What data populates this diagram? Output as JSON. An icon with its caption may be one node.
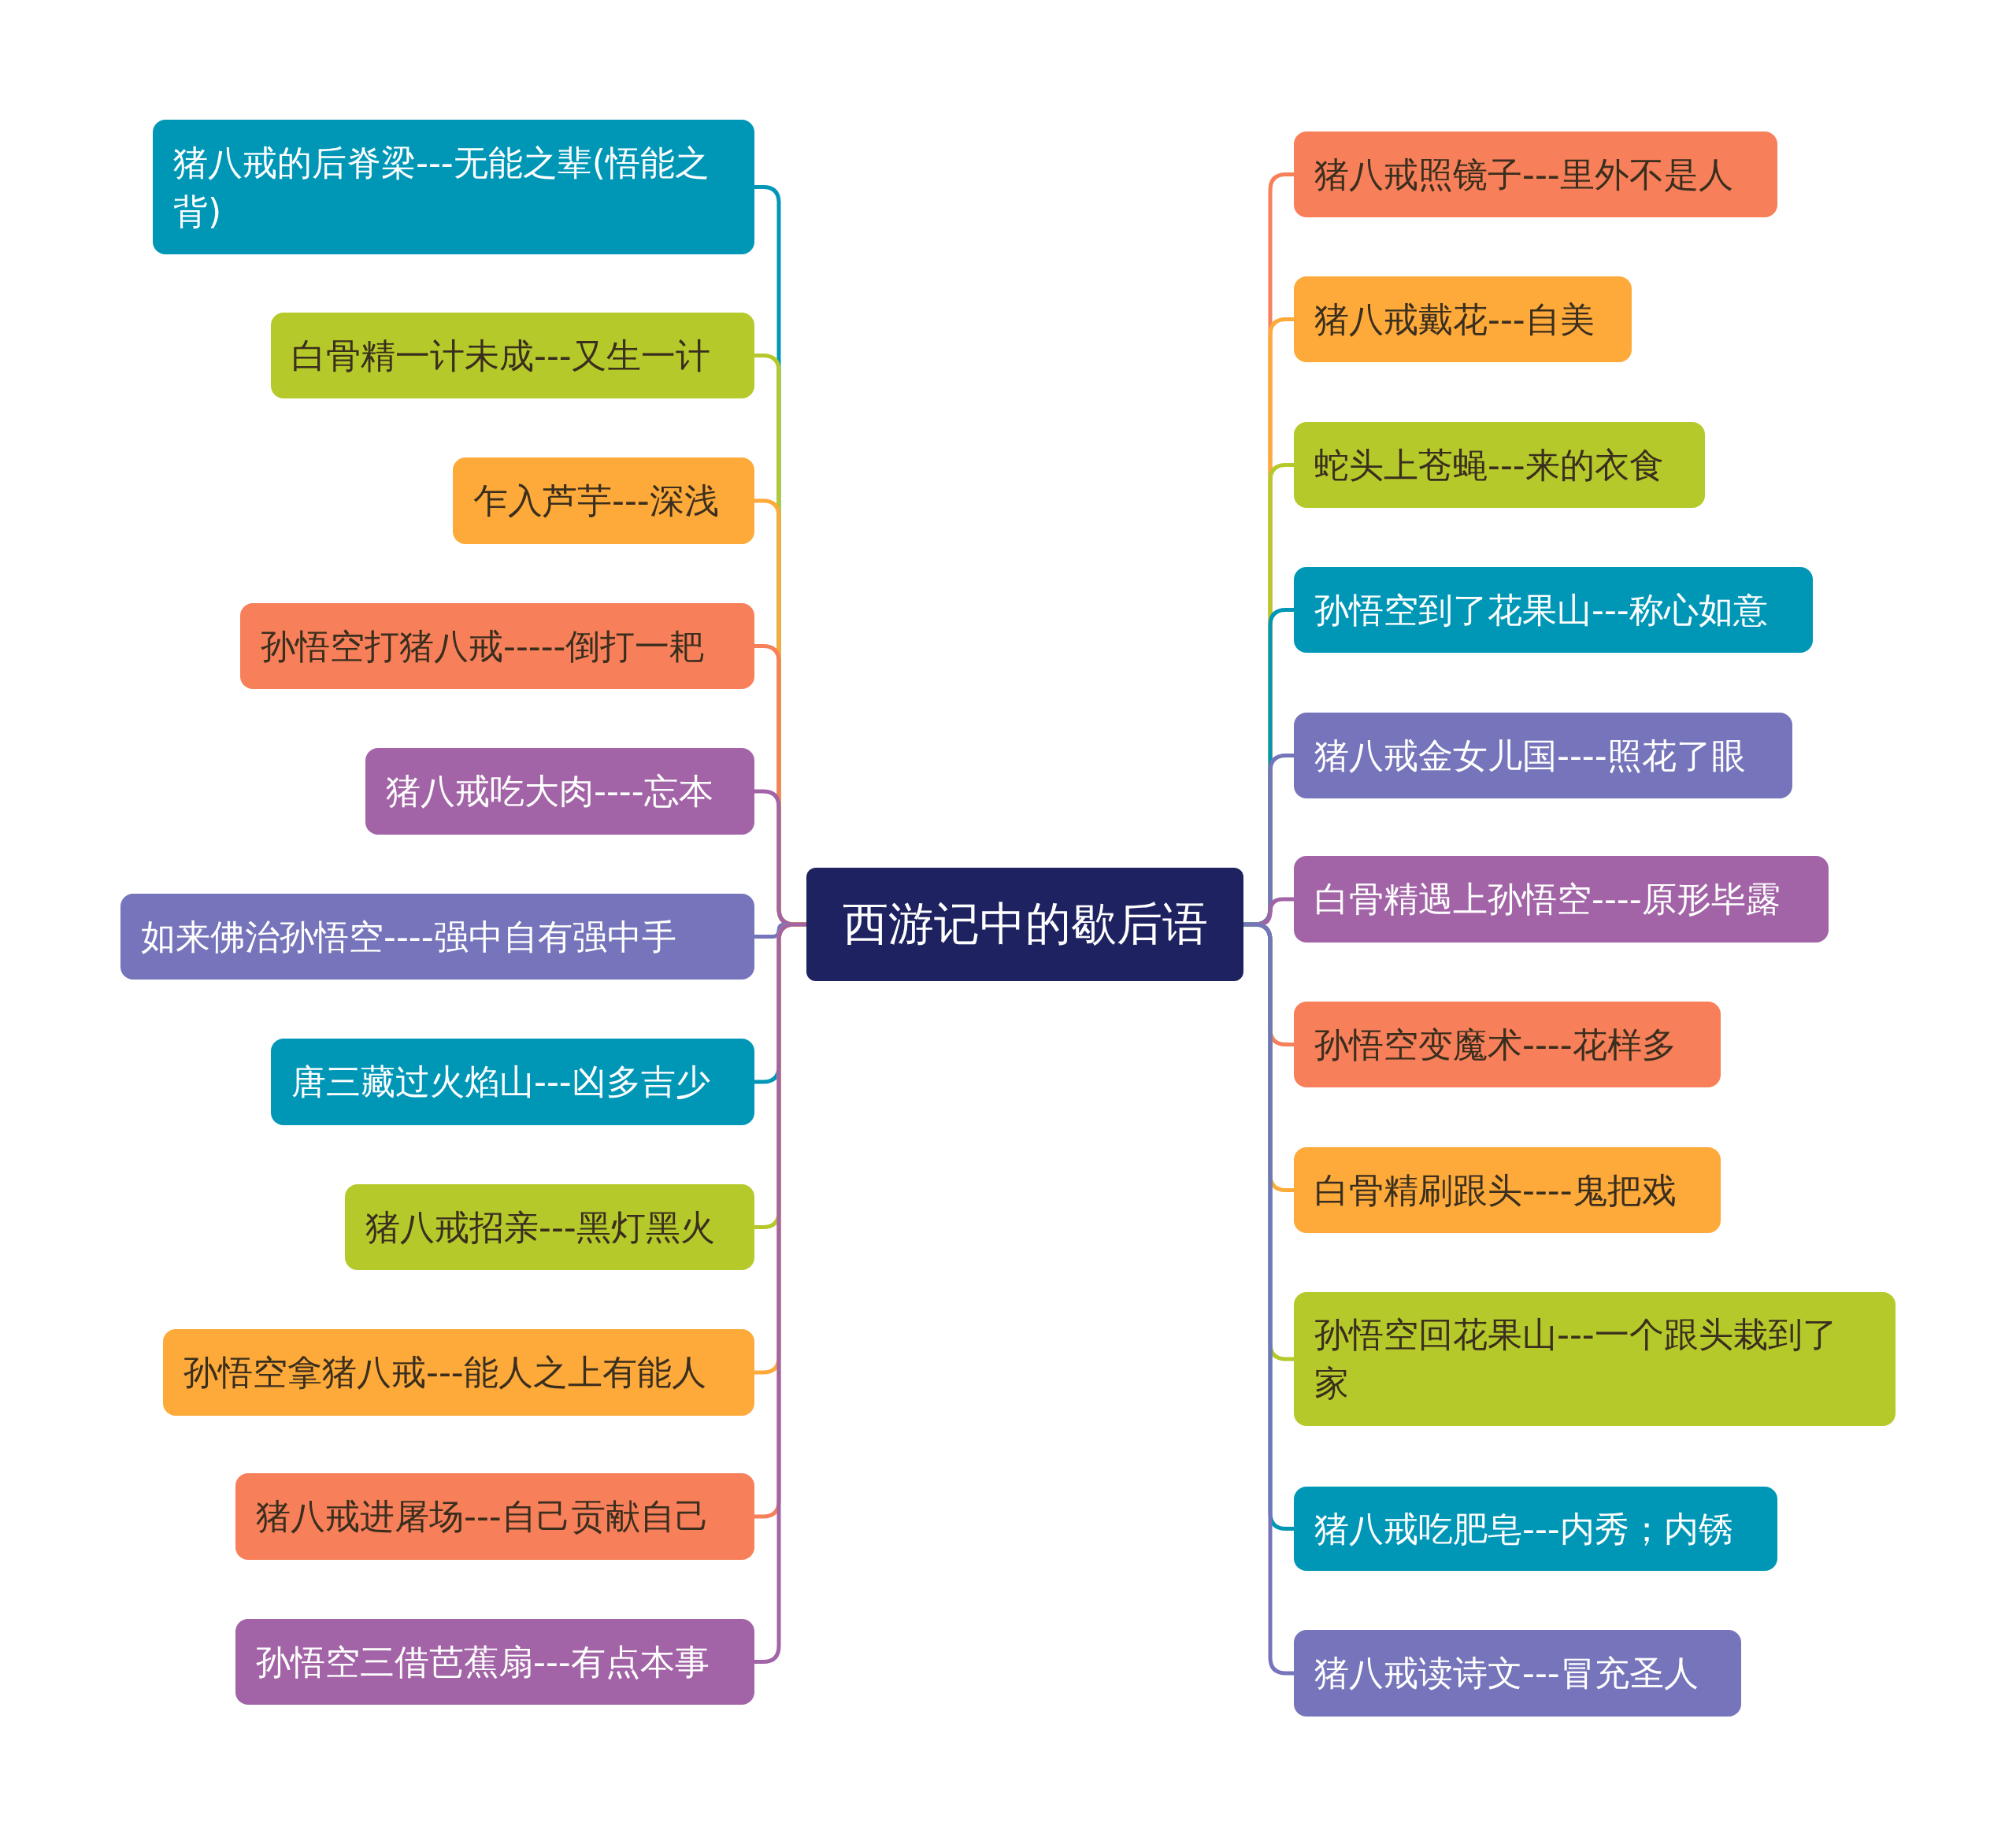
{
  "diagram": {
    "nodes": [
      {
        "text": [
          "西游记中的歇后语"
        ]
      },
      {
        "text": [
          "猪八戒的后脊梁---无能之辈(悟能之背)"
        ]
      },
      {
        "text": [
          "白骨精一计未成---又生一计"
        ]
      },
      {
        "text": [
          "乍入芦芋---深浅"
        ]
      },
      {
        "text": [
          "孙悟空打猪八戒-----倒打一耙"
        ]
      },
      {
        "text": [
          "猪八戒吃大肉----忘本"
        ]
      },
      {
        "text": [
          "如来佛治孙悟空----强中自有强中手"
        ]
      },
      {
        "text": [
          "唐三藏过火焰山---凶多吉少"
        ]
      },
      {
        "text": [
          "猪八戒招亲---黑灯黑火"
        ]
      },
      {
        "text": [
          "孙悟空拿猪八戒---能人之上有能人"
        ]
      },
      {
        "text": [
          "猪八戒进屠场---自己贡献自己"
        ]
      },
      {
        "text": [
          "孙悟空三借芭蕉扇---有点本事"
        ]
      },
      {
        "text": [
          "猪八戒照镜子---里外不是人"
        ]
      },
      {
        "text": [
          "猪八戒戴花---自美"
        ]
      },
      {
        "text": [
          "蛇头上苍蝇---来的衣食"
        ]
      },
      {
        "text": [
          "孙悟空到了花果山---称心如意"
        ]
      },
      {
        "text": [
          "猪八戒金女儿国----照花了眼"
        ]
      },
      {
        "text": [
          "白骨精遇上孙悟空----原形毕露"
        ]
      },
      {
        "text": [
          "孙悟空变魔术----花样多"
        ]
      },
      {
        "text": [
          "白骨精刷跟头----鬼把戏"
        ]
      },
      {
        "text": [
          "孙悟空回花果山---一个跟头栽到了家"
        ]
      },
      {
        "text": [
          "猪八戒吃肥皂---内秀；内锈"
        ]
      },
      {
        "text": [
          "猪八戒读诗文---冒充圣人"
        ]
      }
    ],
    "edges": [
      {
        "from": 0,
        "to": 1,
        "arrow": "none",
        "color": "#0097b7"
      },
      {
        "from": 0,
        "to": 2,
        "arrow": "none",
        "color": "#b5c92a"
      },
      {
        "from": 0,
        "to": 3,
        "arrow": "none",
        "color": "#fdaa3a"
      },
      {
        "from": 0,
        "to": 4,
        "arrow": "none",
        "color": "#f7805a"
      },
      {
        "from": 0,
        "to": 5,
        "arrow": "none",
        "color": "#a264a6"
      },
      {
        "from": 0,
        "to": 6,
        "arrow": "none",
        "color": "#7674ba"
      },
      {
        "from": 0,
        "to": 7,
        "arrow": "none",
        "color": "#0097b7"
      },
      {
        "from": 0,
        "to": 8,
        "arrow": "none",
        "color": "#b5c92a"
      },
      {
        "from": 0,
        "to": 9,
        "arrow": "none",
        "color": "#fdaa3a"
      },
      {
        "from": 0,
        "to": 10,
        "arrow": "none",
        "color": "#f7805a"
      },
      {
        "from": 0,
        "to": 11,
        "arrow": "none",
        "color": "#a264a6"
      },
      {
        "from": 0,
        "to": 12,
        "arrow": "none",
        "color": "#f7805a"
      },
      {
        "from": 0,
        "to": 13,
        "arrow": "none",
        "color": "#fdaa3a"
      },
      {
        "from": 0,
        "to": 14,
        "arrow": "none",
        "color": "#b5c92a"
      },
      {
        "from": 0,
        "to": 15,
        "arrow": "none",
        "color": "#0097b7"
      },
      {
        "from": 0,
        "to": 16,
        "arrow": "none",
        "color": "#7674ba"
      },
      {
        "from": 0,
        "to": 17,
        "arrow": "none",
        "color": "#a264a6"
      },
      {
        "from": 0,
        "to": 18,
        "arrow": "none",
        "color": "#f7805a"
      },
      {
        "from": 0,
        "to": 19,
        "arrow": "none",
        "color": "#fdaa3a"
      },
      {
        "from": 0,
        "to": 20,
        "arrow": "none",
        "color": "#b5c92a"
      },
      {
        "from": 0,
        "to": 21,
        "arrow": "none",
        "color": "#0097b7"
      },
      {
        "from": 0,
        "to": 22,
        "arrow": "none",
        "color": "#7674ba"
      }
    ]
  }
}
